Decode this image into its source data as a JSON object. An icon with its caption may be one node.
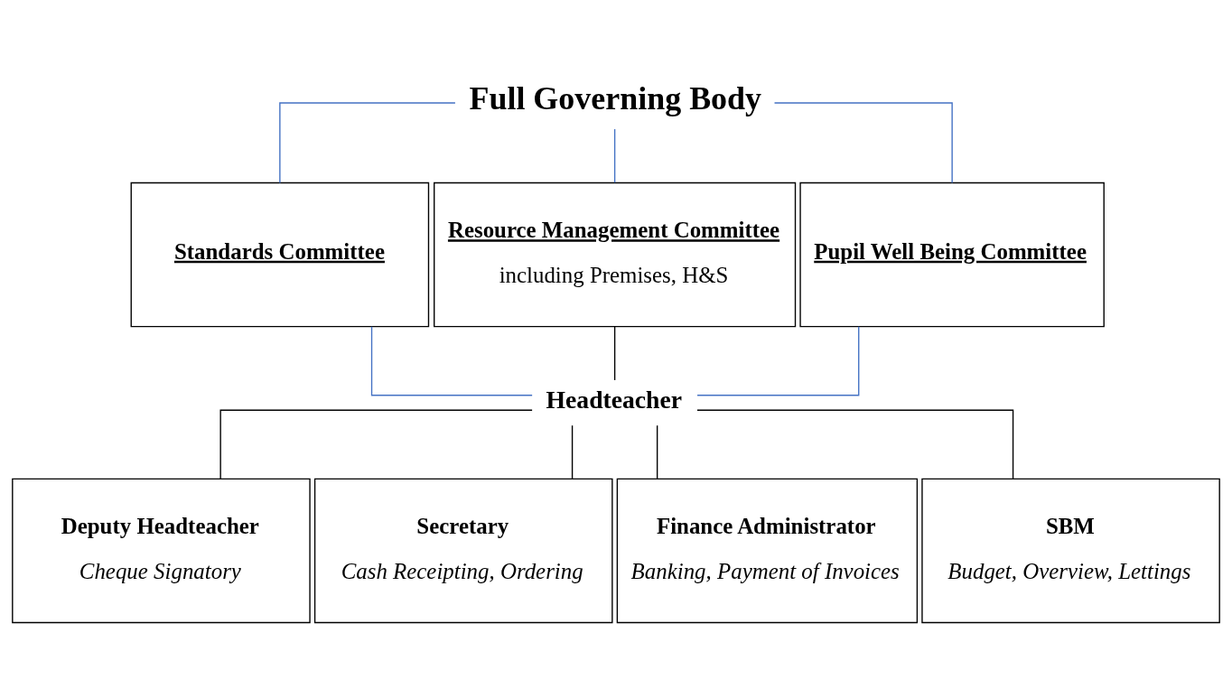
{
  "diagram": {
    "nodes": [
      {
        "text": [
          "Full Governing Body"
        ]
      },
      {
        "text": [
          "Standards Committee"
        ]
      },
      {
        "text": [
          "Resource Management Committee",
          "including Premises, H&S"
        ]
      },
      {
        "text": [
          "Pupil Well Being Committee"
        ]
      },
      {
        "text": [
          "Headteacher"
        ]
      },
      {
        "text": [
          "Deputy Headteacher",
          "Cheque Signatory"
        ]
      },
      {
        "text": [
          "Secretary",
          "Cash Receipting, Ordering"
        ]
      },
      {
        "text": [
          "Finance Administrator",
          "Banking, Payment of Invoices"
        ]
      },
      {
        "text": [
          "SBM",
          "Budget, Overview, Lettings"
        ]
      }
    ],
    "edges": [
      {
        "from": 0,
        "to": 1,
        "arrow": "none"
      },
      {
        "from": 0,
        "to": 2,
        "arrow": "none"
      },
      {
        "from": 0,
        "to": 3,
        "arrow": "none"
      },
      {
        "from": 1,
        "to": 4,
        "arrow": "none"
      },
      {
        "from": 2,
        "to": 4,
        "arrow": "none",
        "color": "#000000"
      },
      {
        "from": 3,
        "to": 4,
        "arrow": "none"
      },
      {
        "from": 4,
        "to": 5,
        "arrow": "none",
        "color": "#000000"
      },
      {
        "from": 4,
        "to": 6,
        "arrow": "none",
        "color": "#000000"
      },
      {
        "from": 4,
        "to": 7,
        "arrow": "none",
        "color": "#000000"
      },
      {
        "from": 4,
        "to": 8,
        "arrow": "none",
        "color": "#000000"
      }
    ]
  }
}
